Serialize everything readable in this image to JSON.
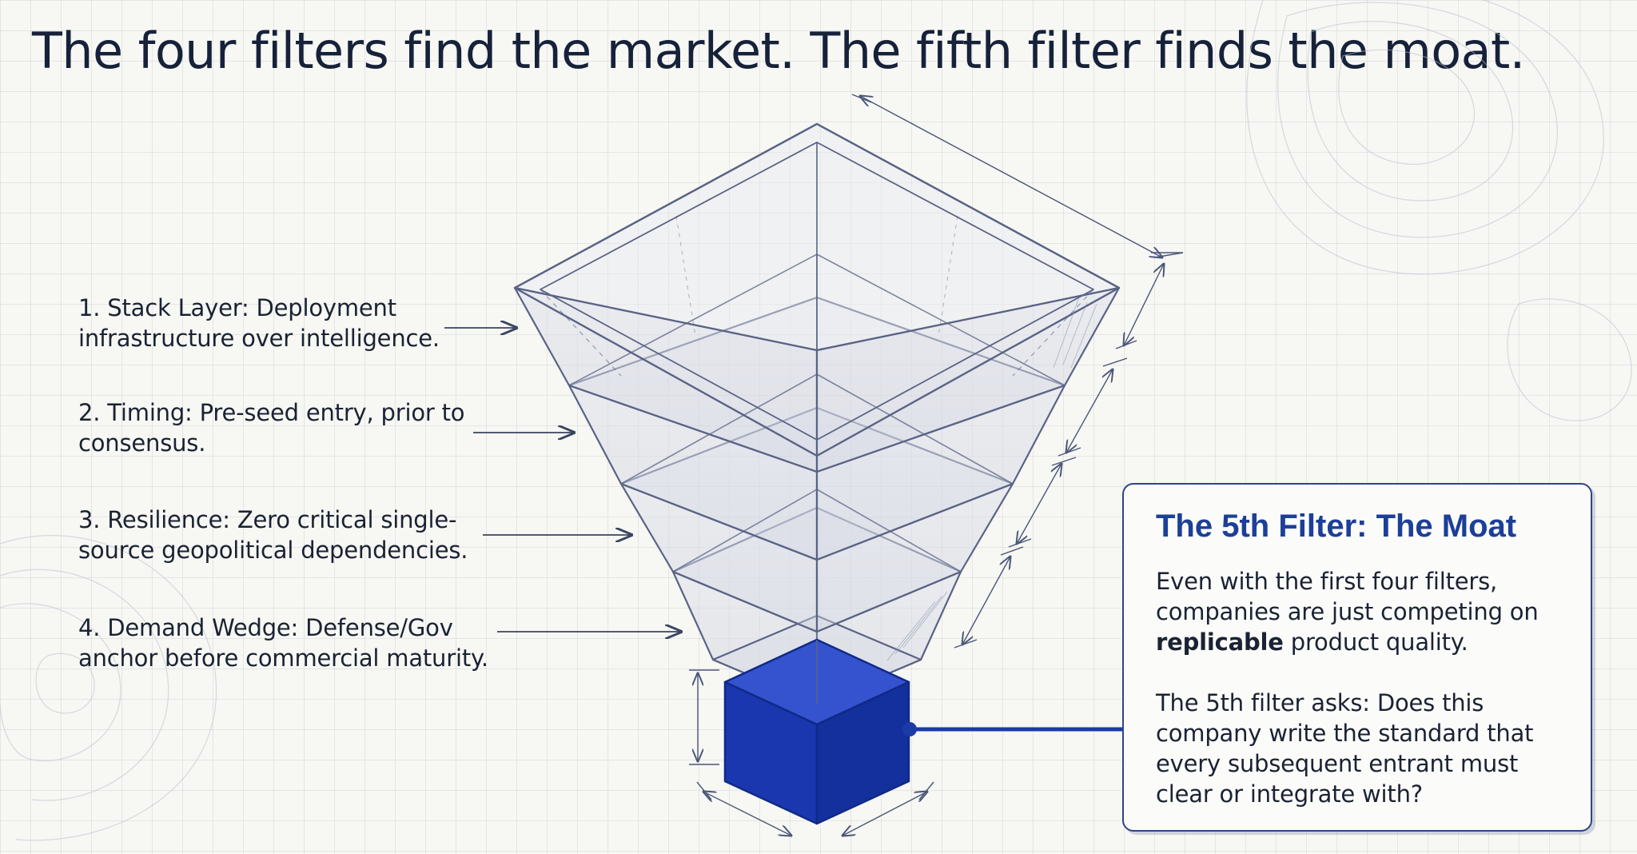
{
  "title": "The four filters find the market. The fifth filter finds the moat.",
  "filters": [
    {
      "number": "1.",
      "label": "1. Stack Layer: Deployment infrastructure over intelligence."
    },
    {
      "number": "2.",
      "label": "2. Timing: Pre-seed entry, prior to consensus."
    },
    {
      "number": "3.",
      "label": "3. Resilience: Zero critical single-source geopolitical dependencies."
    },
    {
      "number": "4.",
      "label": "4. Demand Wedge: Defense/Gov anchor before commercial maturity."
    }
  ],
  "moat_card": {
    "title": "The 5th Filter: The Moat",
    "para1_before": "Even with the first four filters, companies are just competing on ",
    "para1_bold": "replicable",
    "para1_after": " product quality.",
    "para2": "The 5th filter asks: Does this company write the standard that every subsequent entrant must clear or integrate with?"
  },
  "colors": {
    "ink": "#16213a",
    "line": "#4a5678",
    "moat_blue": "#1a3aa8",
    "title_blue": "#1c3f98"
  }
}
